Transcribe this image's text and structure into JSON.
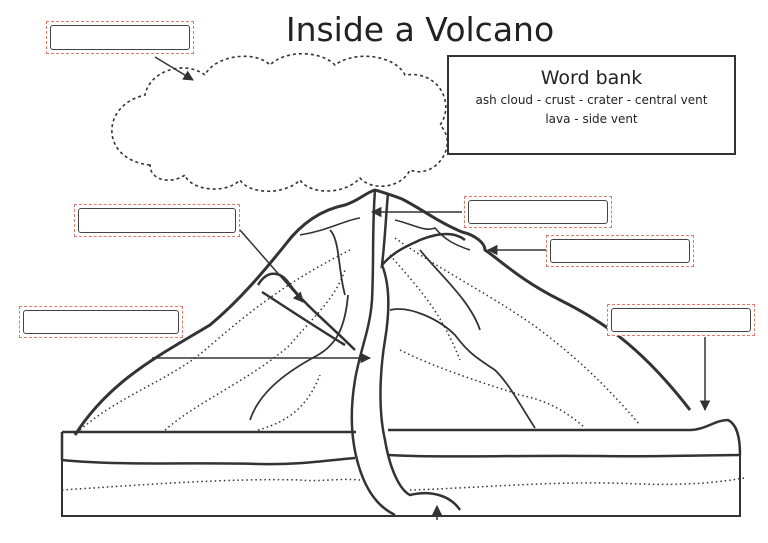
{
  "title": "Inside a Volcano",
  "word_bank": {
    "heading": "Word bank",
    "line1": "ash cloud - crust - crater - central vent",
    "line2": "lava - side vent"
  },
  "label_boxes": [
    {
      "id": "ash-cloud",
      "value": ""
    },
    {
      "id": "crater",
      "value": ""
    },
    {
      "id": "upper-right",
      "value": ""
    },
    {
      "id": "side-vent",
      "value": ""
    },
    {
      "id": "central-vent",
      "value": ""
    },
    {
      "id": "crust-right",
      "value": ""
    }
  ],
  "colors": {
    "line": "#333333",
    "box_border": "#e07b6a"
  }
}
